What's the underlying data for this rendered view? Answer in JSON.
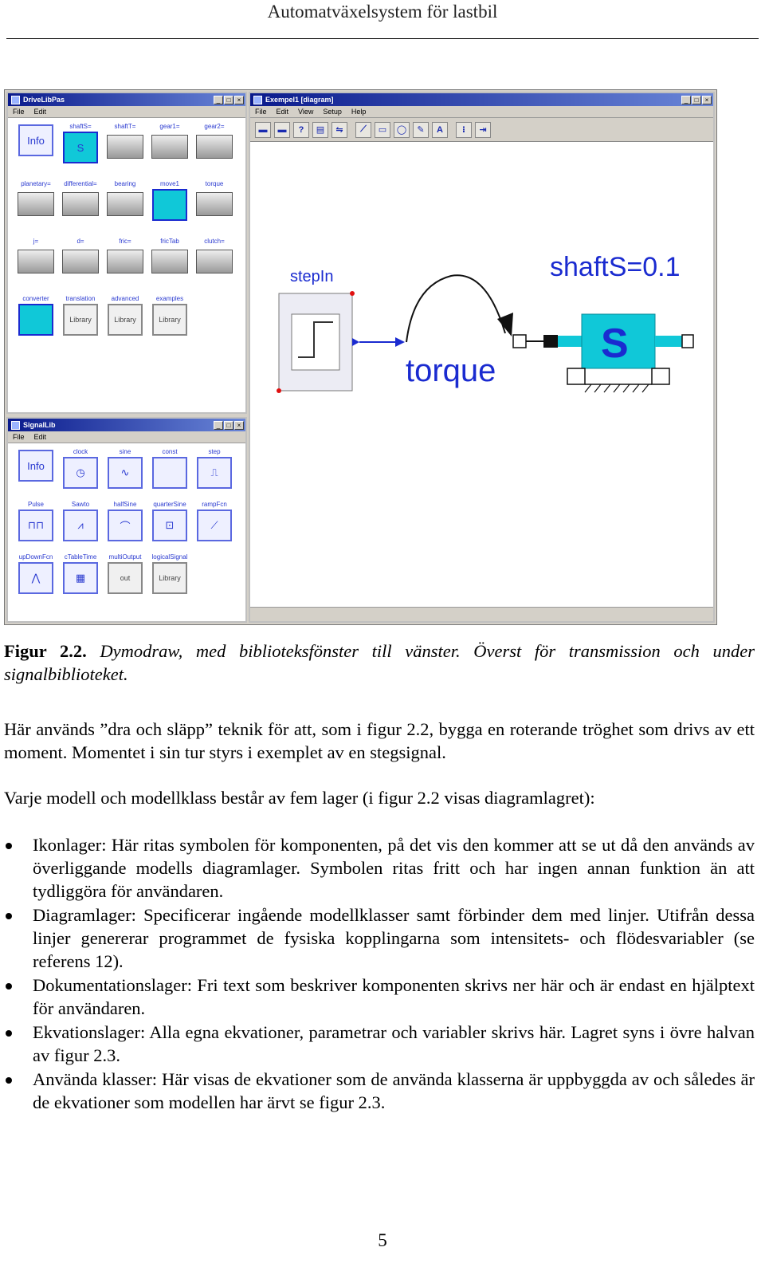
{
  "header": {
    "title": "Automatväxelsystem för lastbil"
  },
  "figure": {
    "left_window_top": {
      "title": "DriveLibPas",
      "menu": [
        "File",
        "Edit"
      ],
      "items": [
        {
          "label": "",
          "box": "Info",
          "kind": "info"
        },
        {
          "label": "shaftS=",
          "box": "S",
          "kind": "blue"
        },
        {
          "label": "shaftT=",
          "box": "",
          "kind": "mech"
        },
        {
          "label": "gear1=",
          "box": "",
          "kind": "mech"
        },
        {
          "label": "gear2=",
          "box": "",
          "kind": "mech"
        },
        {
          "label": "planetary=",
          "box": "",
          "kind": "mech"
        },
        {
          "label": "differential=",
          "box": "",
          "kind": "mech"
        },
        {
          "label": "bearing",
          "box": "",
          "kind": "mech"
        },
        {
          "label": "move1",
          "box": "",
          "kind": "blue"
        },
        {
          "label": "torque",
          "box": "",
          "kind": "mech"
        },
        {
          "label": "j=",
          "box": "",
          "kind": "mech"
        },
        {
          "label": "d=",
          "box": "",
          "kind": "mech"
        },
        {
          "label": "fric=",
          "box": "",
          "kind": "mech"
        },
        {
          "label": "fricTab",
          "box": "",
          "kind": "mech"
        },
        {
          "label": "clutch=",
          "box": "",
          "kind": "mech"
        },
        {
          "label": "converter",
          "box": "",
          "kind": "blue"
        },
        {
          "label": "translation",
          "box": "Library",
          "kind": "gray"
        },
        {
          "label": "advanced",
          "box": "Library",
          "kind": "gray"
        },
        {
          "label": "examples",
          "box": "Library",
          "kind": "gray"
        }
      ]
    },
    "left_window_bottom": {
      "title": "SignalLib",
      "menu": [
        "File",
        "Edit"
      ],
      "items": [
        {
          "label": "",
          "box": "Info",
          "kind": "info"
        },
        {
          "label": "clock",
          "box": "◷",
          "kind": "info"
        },
        {
          "label": "sine",
          "box": "∿",
          "kind": "info"
        },
        {
          "label": "const",
          "box": "",
          "kind": "info"
        },
        {
          "label": "step",
          "box": "⎍",
          "kind": "info"
        },
        {
          "label": "Pulse",
          "box": "⊓⊓",
          "kind": "info"
        },
        {
          "label": "Sawto",
          "box": "⩘",
          "kind": "info"
        },
        {
          "label": "halfSine",
          "box": "⌒",
          "kind": "info"
        },
        {
          "label": "quarterSine",
          "box": "⊡",
          "kind": "info"
        },
        {
          "label": "rampFcn",
          "box": "⟋",
          "kind": "info"
        },
        {
          "label": "upDownFcn",
          "box": "⋀",
          "kind": "info"
        },
        {
          "label": "cTableTime",
          "box": "▦",
          "kind": "info"
        },
        {
          "label": "multiOutput",
          "box": "out",
          "kind": "gray"
        },
        {
          "label": "logicalSignal",
          "box": "Library",
          "kind": "gray"
        }
      ]
    },
    "diagram_window": {
      "title": "Exempel1 [diagram]",
      "menu": [
        "File",
        "Edit",
        "View",
        "Setup",
        "Help"
      ],
      "tools": [
        "▬",
        "▬",
        "?",
        "▤",
        "⇋",
        "⟋",
        "▭",
        "◯",
        "✎",
        "A",
        "⁝",
        "⇥"
      ],
      "step_label": "stepIn",
      "torque_label": "torque",
      "shaft_label": "shaftS=0.1",
      "shaft_letter": "S"
    }
  },
  "caption": {
    "label": "Figur 2.2.",
    "text": "Dymodraw, med biblioteksfönster till vänster. Överst för transmission och under signalbiblioteket."
  },
  "paragraphs": [
    "Här används ”dra och släpp” teknik för att, som i figur 2.2, bygga en roterande tröghet som drivs av ett moment. Momentet i sin tur styrs i exemplet av en stegsignal.",
    "Varje modell och modellklass består av fem lager (i figur 2.2 visas diagramlagret):"
  ],
  "bullets": [
    "Ikonlager: Här ritas symbolen för komponenten, på det vis den kommer att se ut då den används av överliggande modells diagramlager. Symbolen ritas fritt och har ingen annan funktion än att tydliggöra för användaren.",
    "Diagramlager: Specificerar ingående modellklasser samt förbinder dem med linjer. Utifrån dessa linjer genererar programmet de fysiska kopplingarna som intensitets- och flödesvariabler (se referens 12).",
    "Dokumentationslager: Fri text som beskriver komponenten skrivs ner här och är endast en hjälptext för användaren.",
    "Ekvationslager: Alla egna ekvationer, parametrar och variabler skrivs här. Lagret syns i övre halvan av figur 2.3.",
    "Använda klasser: Här visas de ekvationer som de använda klasserna är uppbyggda av och således är de ekvationer som modellen har ärvt se figur 2.3."
  ],
  "page_number": "5",
  "colors": {
    "accent_blue": "#1a2bd0",
    "shaft_cyan": "#10c8d8",
    "title_bar": "#0a1a8c"
  }
}
